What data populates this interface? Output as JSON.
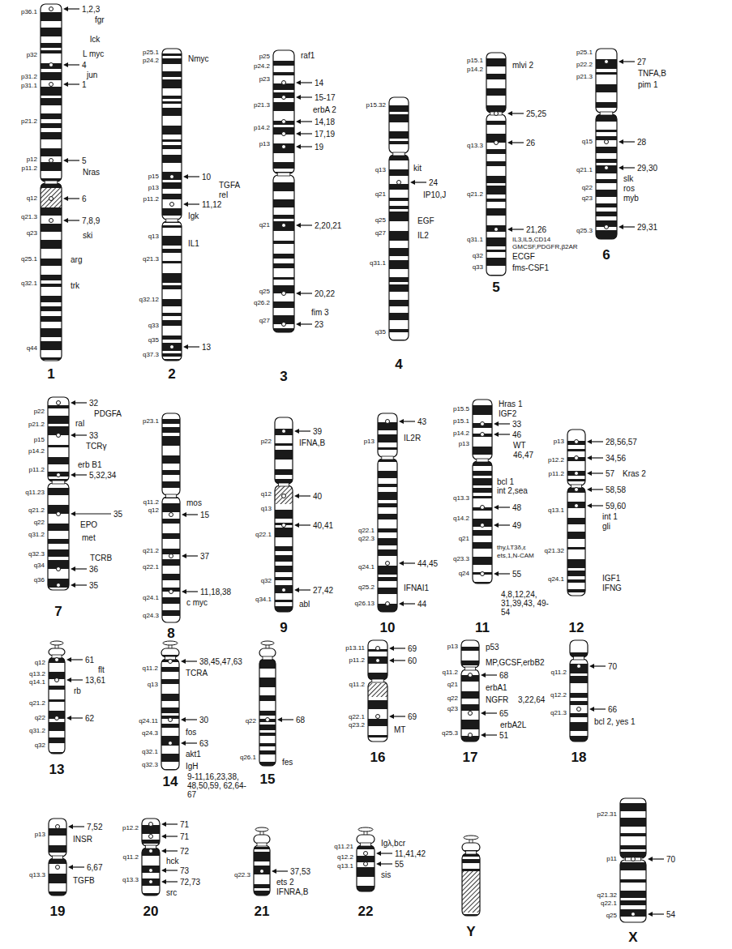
{
  "diagram": {
    "labels": [
      "p36.1",
      "1,2,3",
      "fgr",
      "lck",
      "p32",
      "L myc",
      "4",
      "p31.2",
      "jun",
      "p31.1",
      "1",
      "p21.2",
      "p12",
      "5",
      "p11.2",
      "Nras",
      "q12",
      "6",
      "q21.3",
      "7,8,9",
      "q23",
      "ski",
      "q25.1",
      "arg",
      "q32.1",
      "trk",
      "q44",
      "1",
      "p25.1",
      "p24.2",
      "Nmyc",
      "p15",
      "10",
      "TGFA",
      "p13",
      "rel",
      "p11.2",
      "11,12",
      "Igk",
      "q13",
      "IL1",
      "q21.3",
      "q32.12",
      "q33",
      "q35",
      "q37.3",
      "13",
      "2",
      "p25",
      "raf1",
      "p24.2",
      "p23",
      "14",
      "p21.3",
      "15-17",
      "erbA 2",
      "p14.2",
      "14,18",
      "p13",
      "17,19",
      "19",
      "q21",
      "2,20,21",
      "q25",
      "q26.2",
      "20,22",
      "fim 3",
      "q27",
      "23",
      "3",
      "p15.32",
      "q13",
      "kit",
      "24",
      "IP10,J",
      "q21",
      "q25",
      "EGF",
      "q27",
      "IL2",
      "q31.1",
      "q35",
      "4",
      "p15.1",
      "p14.2",
      "mlvi 2",
      "25,25",
      "q13.3",
      "26",
      "q21.2",
      "21,26",
      "q31.1",
      "IL3,IL5,CD14",
      "GMCSF,PDGFR,β2AR",
      "q32",
      "ECGF",
      "q33",
      "fms-CSF1",
      "5",
      "p25.1",
      "p22.2",
      "27",
      "TNFA,B",
      "p21.3",
      "pim 1",
      "q15",
      "28",
      "q21.1",
      "29,30",
      "slk",
      "q22",
      "ros",
      "q23",
      "myb",
      "q25.3",
      "29,31",
      "6",
      "p22",
      "32",
      "PDGFA",
      "p21.2",
      "ral",
      "33",
      "p15",
      "TCRγ",
      "p14.2",
      "erb B1",
      "p11.2",
      "5,32,34",
      "q11.23",
      "q21.2",
      "q22",
      "EPO",
      "35",
      "q31.2",
      "met",
      "q32.3",
      "TCRB",
      "q34",
      "36",
      "q36",
      "35",
      "7",
      "p23.1",
      "q11.2",
      "q12",
      "mos",
      "15",
      "q21.2",
      "q22.1",
      "37",
      "q24.1",
      "q24.3",
      "11,18,38",
      "c myc",
      "8",
      "p22",
      "39",
      "IFNA,B",
      "q12",
      "40",
      "q13",
      "q22.1",
      "40,41",
      "q32",
      "q34.1",
      "27,42",
      "abl",
      "9",
      "p13",
      "43",
      "IL2R",
      "q22.1",
      "q22.3",
      "q24.1",
      "44,45",
      "q25.2",
      "IFNAI1",
      "q26.13",
      "44",
      "10",
      "p15.5",
      "Hras 1",
      "IGF2",
      "p15.1",
      "33",
      "p14.2",
      "46",
      "WT",
      "p13",
      "46,47",
      "bcl 1",
      "int 2,sea",
      "q13.3",
      "48",
      "q14.2",
      "49",
      "q21",
      "thy,LT3δ,ε",
      "ets,1,N-CAM",
      "q23.3",
      "q24",
      "55",
      "4,8,12,24, 31,39,43, 49-54",
      "11",
      "p13",
      "28,56,57",
      "p12.2",
      "34,56",
      "p11.2",
      "57",
      "Kras 2",
      "58,58",
      "q13.1",
      "59,60",
      "int 1",
      "gli",
      "q21.32",
      "q24.1",
      "IGF1",
      "IFNG",
      "12",
      "q12",
      "61",
      "flt",
      "q13.2",
      "q14.1",
      "13,61",
      "rb",
      "q21.2",
      "q22",
      "62",
      "q31.2",
      "q32",
      "13",
      "q11.2",
      "38,45,47,63",
      "TCRA",
      "q13",
      "q24.11",
      "30",
      "q24.3",
      "fos",
      "63",
      "q32.1",
      "akt1",
      "q32.3",
      "IgH",
      "14",
      "9-11,16,23,38, 48,50,59, 62,64-67",
      "q22",
      "68",
      "q26.1",
      "fes",
      "15",
      "p13.11",
      "69",
      "p11.2",
      "60",
      "q11.2",
      "q22.1",
      "69",
      "q23.2",
      "MT",
      "16",
      "p13",
      "p53",
      "MP,GCSF,erbB2",
      "q11.2",
      "68",
      "q21",
      "erbA1",
      "q22",
      "NGFR",
      "3,22,64",
      "q23",
      "65",
      "q25.3",
      "erbA2L",
      "51",
      "17",
      "q11.2",
      "70",
      "q12.2",
      "66",
      "q21.3",
      "bcl 2, yes 1",
      "18",
      "p13",
      "7,52",
      "INSR",
      "q13.3",
      "6,67",
      "TGFB",
      "19",
      "p12.2",
      "71",
      "71",
      "q11.2",
      "72",
      "hck",
      "73",
      "q13.3",
      "72,73",
      "src",
      "20",
      "q22.3",
      "37,53",
      "ets 2",
      "IFNRA,B",
      "21",
      "Igλ,bcr",
      "q11.21",
      "11,41,42",
      "q12.2",
      "q13.1",
      "55",
      "sis",
      "22",
      "Y",
      "p22.31",
      "p11",
      "70",
      "q21.32",
      "q22.1",
      "q25",
      "54",
      "X"
    ]
  }
}
